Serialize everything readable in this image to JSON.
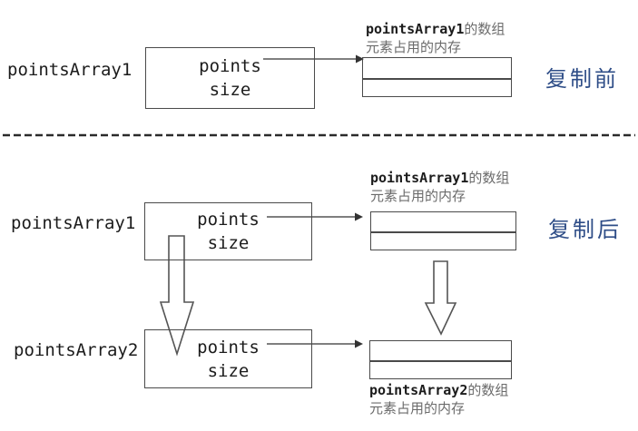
{
  "diagram": {
    "before": {
      "object_name": "pointsArray1",
      "fields": [
        "points",
        "size"
      ],
      "memory_label": {
        "code": "pointsArray1",
        "suffix": "的数组",
        "line2": "元素占用的内存"
      },
      "stage_label": "复制前"
    },
    "after": {
      "stage_label": "复制后",
      "object1": {
        "name": "pointsArray1",
        "fields": [
          "points",
          "size"
        ]
      },
      "object2": {
        "name": "pointsArray2",
        "fields": [
          "points",
          "size"
        ]
      },
      "memory1_label": {
        "code": "pointsArray1",
        "suffix": "的数组",
        "line2": "元素占用的内存"
      },
      "memory2_label": {
        "code": "pointsArray2",
        "suffix": "的数组",
        "line2": "元素占用的内存"
      }
    },
    "colors": {
      "stage_label_blue": "#2e4d87",
      "line_gray": "#555555",
      "box_border": "#4a4a4a",
      "chinese_label_gray": "#6b6b6b"
    }
  }
}
